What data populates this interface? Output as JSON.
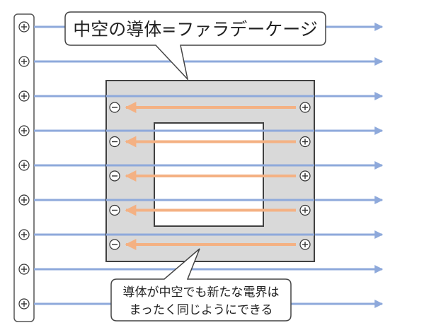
{
  "callout_top": {
    "text": "中空の導体=ファラデーケージ"
  },
  "callout_bottom": {
    "lines": [
      "導体が中空でも新たな電界は",
      "まったく同じようにできる"
    ]
  },
  "symbols": {
    "positive": "+",
    "negative": "−"
  },
  "counts": {
    "external_field_lines": 9,
    "induced_field_lines": 5
  },
  "colors": {
    "external_field": "#8EA9DB",
    "induced_field": "#F4B183",
    "conductor_fill": "#D9D9D9",
    "conductor_stroke": "#404040",
    "cavity_fill": "#FFFFFF",
    "plate_stroke": "#555555",
    "callout_stroke": "#444444",
    "charge_stroke": "#333333"
  }
}
